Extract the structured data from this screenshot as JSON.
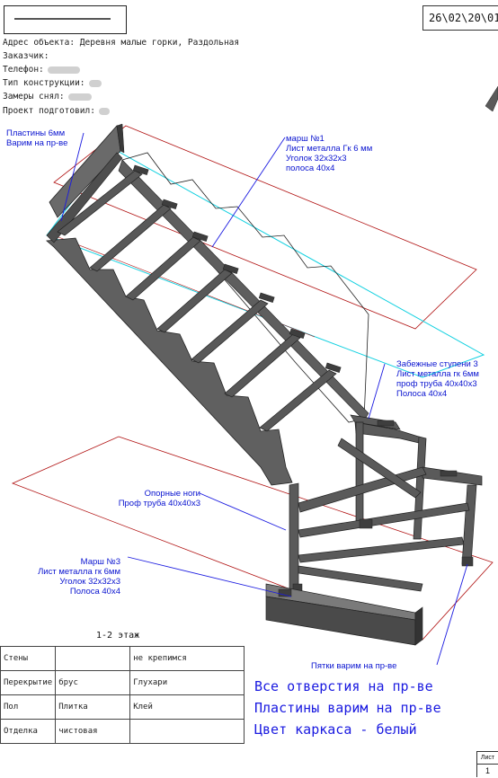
{
  "header": {
    "date_code": "26\\02\\20\\01"
  },
  "info": {
    "address": "Адрес объекта: Деревня малые горки, Раздольная",
    "customer": "Заказчик:",
    "phone": "Телефон:",
    "construction_type": "Тип конструкции:",
    "measured_by": "Замеры снял:",
    "prepared_by": "Проект подготовил:"
  },
  "callouts": {
    "plates": [
      "Пластины 6мм",
      "Варим на пр-ве"
    ],
    "march1": [
      "марш №1",
      "Лист металла Гк 6 мм",
      "Уголок 32x32x3",
      "полоса 40x4"
    ],
    "winders": [
      "Забежные ступени 3",
      "Лист металла гк 6мм",
      "проф труба 40x40x3",
      "Полоса 40x4"
    ],
    "legs": [
      "Опорные ноги",
      "Проф труба 40x40x3"
    ],
    "march3": [
      "Марш №3",
      "Лист металла гк 6мм",
      "Уголок 32x32x3",
      "Полоса 40x4"
    ],
    "heels": "Пятки варим на пр-ве"
  },
  "finish_table": {
    "title": "1-2 этаж",
    "rows": [
      [
        "Стены",
        "",
        "не крепимся"
      ],
      [
        "Перекрытие",
        "брус",
        "Глухари"
      ],
      [
        "Пол",
        "Плитка",
        "Клей"
      ],
      [
        "Отделка",
        "чистовая",
        ""
      ]
    ]
  },
  "notes": [
    "Все отверстия на пр-ве",
    "Пластины варим на пр-ве",
    "Цвет каркаса - белый"
  ],
  "sheet": {
    "label": "Лист",
    "number": "1"
  },
  "colors": {
    "annotation": "#0a14d0",
    "metal": "#5c5c5c",
    "plane_red": "#b01010",
    "plane_cyan": "#10d0e0"
  }
}
